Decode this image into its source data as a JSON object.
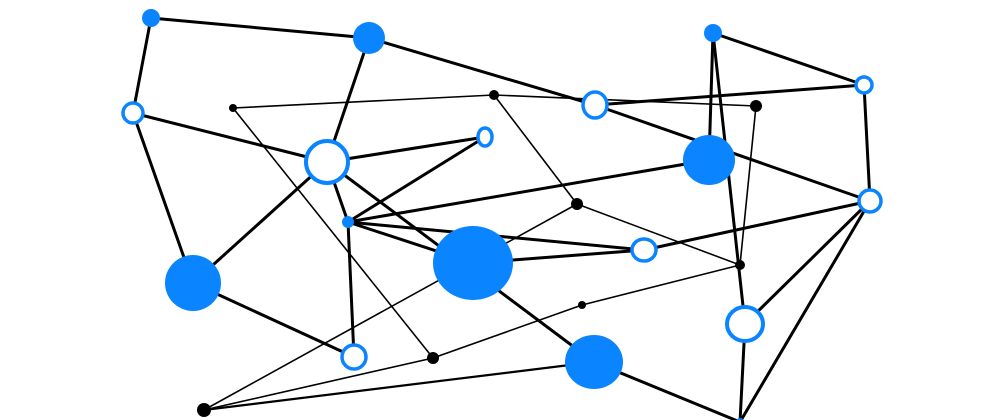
{
  "colors": {
    "background": "#ffffff",
    "accent": "#0a84ff",
    "ring_fill": "#ffffff",
    "junction": "#000000",
    "edge": "#000000"
  },
  "nodes": [
    {
      "id": "n1",
      "kind": "filled"
    },
    {
      "id": "n2",
      "kind": "filled"
    },
    {
      "id": "n3",
      "kind": "filled"
    },
    {
      "id": "n4",
      "kind": "ring"
    },
    {
      "id": "n5",
      "kind": "ring"
    },
    {
      "id": "n6",
      "kind": "ring"
    },
    {
      "id": "n7",
      "kind": "ring"
    },
    {
      "id": "n8",
      "kind": "ring"
    },
    {
      "id": "n9",
      "kind": "junction"
    },
    {
      "id": "n10",
      "kind": "junction"
    },
    {
      "id": "n11",
      "kind": "junction"
    },
    {
      "id": "n12",
      "kind": "junction"
    },
    {
      "id": "n13",
      "kind": "filled"
    },
    {
      "id": "n14",
      "kind": "filled"
    },
    {
      "id": "n15",
      "kind": "filled"
    },
    {
      "id": "n16",
      "kind": "ring"
    },
    {
      "id": "n17",
      "kind": "ring"
    },
    {
      "id": "n18",
      "kind": "junction"
    },
    {
      "id": "n19",
      "kind": "junction"
    },
    {
      "id": "n20",
      "kind": "ring"
    },
    {
      "id": "n21",
      "kind": "junction"
    },
    {
      "id": "n22",
      "kind": "filled"
    },
    {
      "id": "n23",
      "kind": "ring"
    },
    {
      "id": "n24",
      "kind": "filled"
    },
    {
      "id": "n25",
      "kind": "filled"
    },
    {
      "id": "n26",
      "kind": "junction"
    }
  ],
  "edges": [
    [
      "n1",
      "n2"
    ],
    [
      "n1",
      "n4"
    ],
    [
      "n2",
      "n5"
    ],
    [
      "n2",
      "n6"
    ],
    [
      "n4",
      "n5"
    ],
    [
      "n4",
      "n14"
    ],
    [
      "n5",
      "n7"
    ],
    [
      "n5",
      "n14"
    ],
    [
      "n5",
      "n24"
    ],
    [
      "n5",
      "n15"
    ],
    [
      "n9",
      "n10"
    ],
    [
      "n9",
      "n21"
    ],
    [
      "n10",
      "n11"
    ],
    [
      "n10",
      "n12"
    ],
    [
      "n7",
      "n15"
    ],
    [
      "n15",
      "n3"
    ],
    [
      "n15",
      "n13"
    ],
    [
      "n15",
      "n23"
    ],
    [
      "n15",
      "n8"
    ],
    [
      "n6",
      "n16"
    ],
    [
      "n6",
      "n17"
    ],
    [
      "n18",
      "n12"
    ],
    [
      "n18",
      "n19"
    ],
    [
      "n11",
      "n26"
    ],
    [
      "n11",
      "n18"
    ],
    [
      "n16",
      "n17"
    ],
    [
      "n16",
      "n20"
    ],
    [
      "n20",
      "n22"
    ],
    [
      "n20",
      "n25"
    ],
    [
      "n17",
      "n22"
    ],
    [
      "n3",
      "n22"
    ],
    [
      "n19",
      "n21"
    ],
    [
      "n14",
      "n23"
    ],
    [
      "n21",
      "n26"
    ],
    [
      "n24",
      "n25"
    ],
    [
      "n13",
      "n8"
    ],
    [
      "n8",
      "n16"
    ],
    [
      "n24",
      "n26"
    ],
    [
      "n16",
      "n25"
    ]
  ]
}
